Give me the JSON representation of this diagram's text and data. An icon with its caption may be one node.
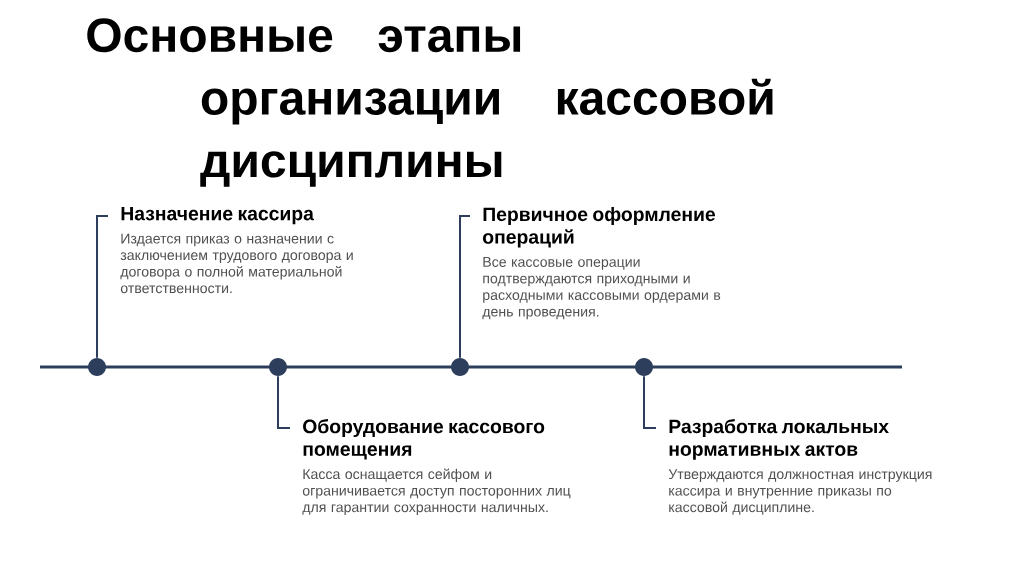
{
  "diagram": {
    "title": "Основные этапы организации кассовой дисциплины",
    "nodes": [
      {
        "text": [
          "Назначение кассира",
          "Издается приказ о назначении с заключением трудового договора и договора о полной материальной ответственности."
        ]
      },
      {
        "text": [
          "Первичное оформление операций",
          "Все кассовые операции подтверждаются приходными и расходными кассовыми ордерами в день проведения."
        ]
      },
      {
        "text": [],
        "shape": "circle"
      },
      {
        "text": [],
        "shape": "circle"
      },
      {
        "text": [],
        "shape": "circle"
      },
      {
        "text": [],
        "shape": "circle"
      },
      {
        "text": [
          "Оборудование кассового помещения",
          "Касса оснащается сейфом и ограничивается доступ посторонних лиц для гарантии сохранности наличных."
        ]
      },
      {
        "text": [
          "Разработка локальных нормативных актов",
          "Утверждаются должностная инструкция кассира и внутренние приказы по кассовой дисциплине."
        ]
      }
    ],
    "edges": [
      {
        "from": 2,
        "to": 0,
        "arrow": "none"
      },
      {
        "from": 4,
        "to": 1,
        "arrow": "none"
      },
      {
        "from": 3,
        "to": 6,
        "arrow": "none"
      },
      {
        "from": 5,
        "to": 7,
        "arrow": "none"
      }
    ]
  }
}
